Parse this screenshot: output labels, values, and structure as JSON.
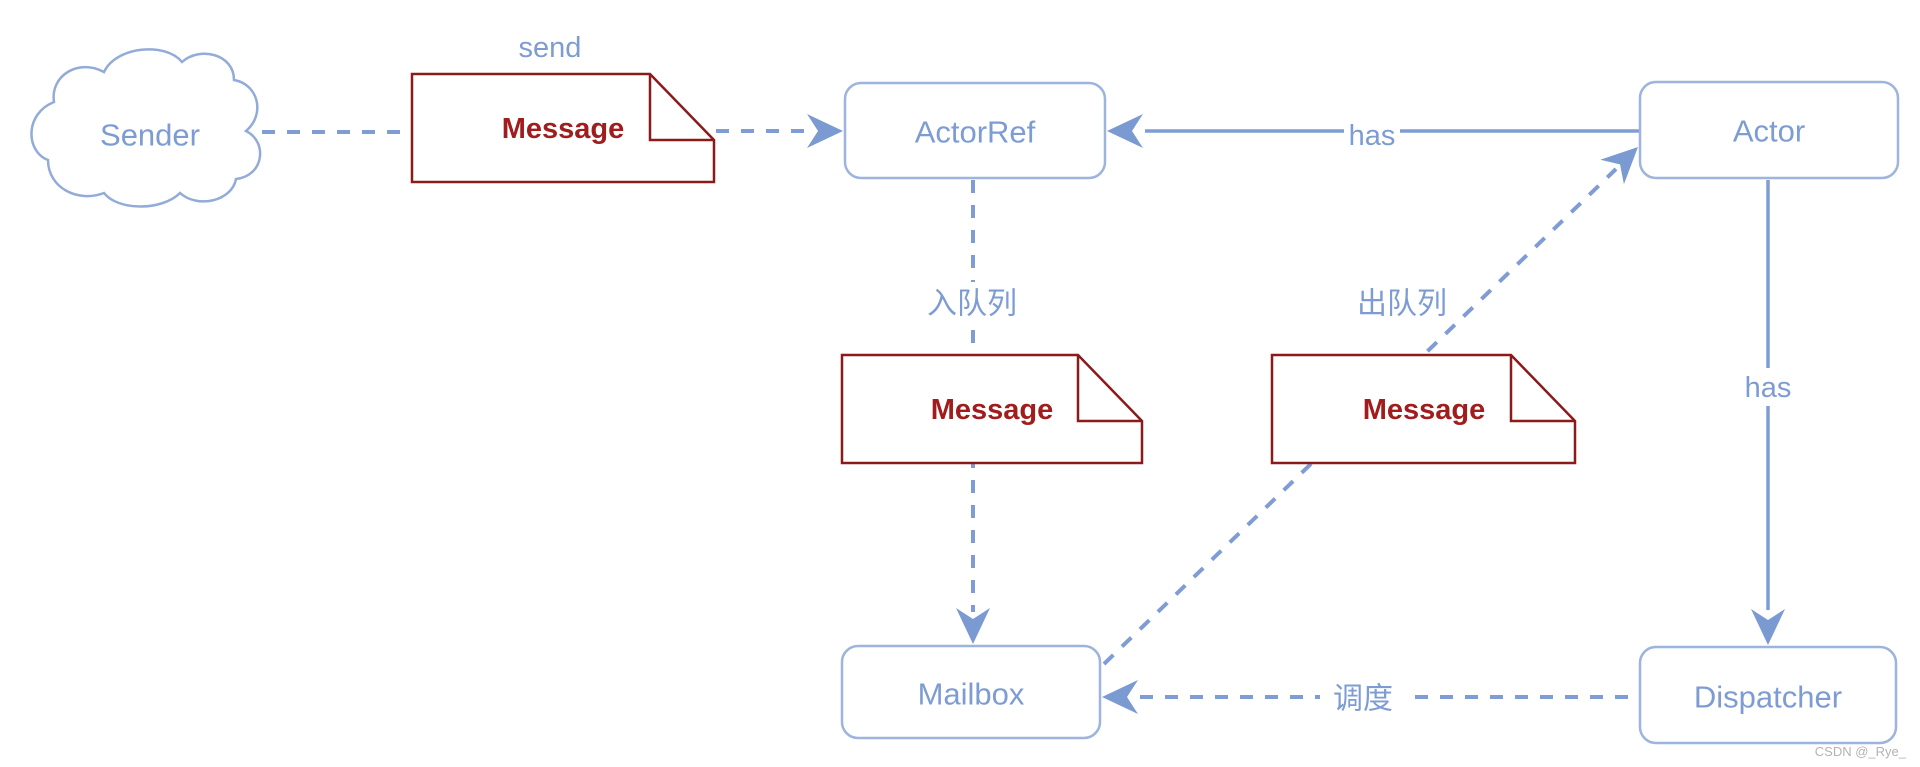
{
  "nodes": {
    "sender": "Sender",
    "actorRef": "ActorRef",
    "actor": "Actor",
    "mailbox": "Mailbox",
    "dispatcher": "Dispatcher"
  },
  "messages": {
    "send_message": "Message",
    "enqueue_message": "Message",
    "dequeue_message": "Message"
  },
  "edges": {
    "send": "send",
    "has_actor_to_actorref": "has",
    "has_actor_to_dispatcher": "has",
    "enqueue": "入队列",
    "dequeue": "出队列",
    "dispatch": "调度"
  },
  "watermark": "CSDN @_Rye_",
  "colors": {
    "blue_text": "#7d9cd3",
    "blue_line": "#7f9dd4",
    "arrow_fill": "#7b9ad2",
    "box_border": "#9db4de",
    "cloud_border": "#92abd8",
    "note_border": "#8b1a1a",
    "note_text": "#a11c1c",
    "watermark_gray": "#b3b3b3",
    "background": "#ffffff"
  }
}
